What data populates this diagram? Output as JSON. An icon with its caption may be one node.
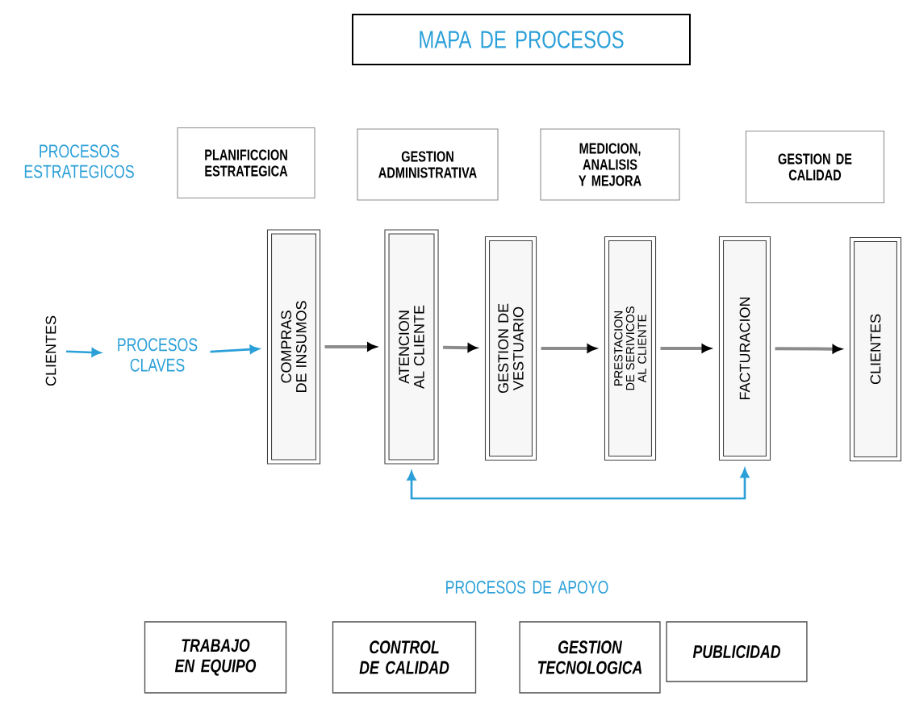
{
  "diagram": {
    "nodes": [
      {
        "text": [
          "MAPA DE PROCESOS"
        ]
      },
      {
        "text": [
          "PLANIFICCION ESTRATEGICA"
        ]
      },
      {
        "text": [
          "GESTION ADMINISTRATIVA"
        ]
      },
      {
        "text": [
          "MEDICION, ANALISIS Y MEJORA"
        ]
      },
      {
        "text": [
          "GESTION DE CALIDAD"
        ]
      },
      {
        "text": [
          "CLIENTES"
        ]
      },
      {
        "text": [
          "PROCESOS CLAVES"
        ]
      },
      {
        "text": [
          "COMPRAS DE INSUMOS"
        ]
      },
      {
        "text": [
          "ATENCION AL CLIENTE"
        ]
      },
      {
        "text": [
          "GESTION DE VESTUARIO"
        ]
      },
      {
        "text": [
          "PRESTACION DE SERIVICOS AL CLIENTE"
        ]
      },
      {
        "text": [
          "FACTURACION"
        ]
      },
      {
        "text": [
          "CLIENTES"
        ]
      },
      {
        "text": [
          "TRABAJO EN EQUIPO"
        ]
      },
      {
        "text": [
          "CONTROL DE CALIDAD"
        ]
      },
      {
        "text": [
          "GESTION TECNOLOGICA"
        ]
      },
      {
        "text": [
          "PUBLICIDAD"
        ]
      }
    ],
    "edges": [
      {
        "from": 5,
        "to": 6,
        "arrow": "to",
        "color": "#2a9fd8"
      },
      {
        "from": 6,
        "to": 7,
        "arrow": "to",
        "color": "#2a9fd8"
      },
      {
        "from": 7,
        "to": 8,
        "arrow": "to"
      },
      {
        "from": 8,
        "to": 9,
        "arrow": "to"
      },
      {
        "from": 9,
        "to": 10,
        "arrow": "to"
      },
      {
        "from": 10,
        "to": 11,
        "arrow": "to"
      },
      {
        "from": 11,
        "to": 12,
        "arrow": "to"
      },
      {
        "from": 8,
        "to": 11,
        "arrow": "both",
        "color": "#2a9fd8"
      }
    ],
    "labels": [
      "PROCESOS ESTRATEGICOS",
      "PROCESOS DE APOYO"
    ]
  }
}
